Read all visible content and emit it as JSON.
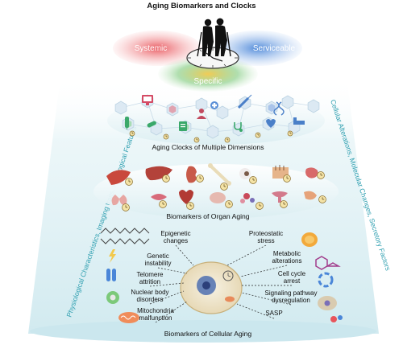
{
  "title": "Aging Biomarkers and Clocks",
  "criteria": {
    "left": "Systemic",
    "right": "Serviceable",
    "bottom": "Specific"
  },
  "side_labels": {
    "left": "Physiological Characteristics, Imaging traits, Histological Features",
    "right": "Cellular Alterations, Molecular Changes, Secretory Factors"
  },
  "tiers": {
    "clocks": "Aging Clocks of Multiple Dimensions",
    "organ": "Biomarkers of Organ Aging",
    "cellular": "Biomarkers of Cellular Aging"
  },
  "hallmarks_left": [
    {
      "line1": "Epigenetic",
      "line2": "changes"
    },
    {
      "line1": "Genetic",
      "line2": "instability"
    },
    {
      "line1": "Telomere",
      "line2": "attrition"
    },
    {
      "line1": "Nuclear body",
      "line2": "disorders"
    },
    {
      "line1": "Mitochondria",
      "line2": "malfunction"
    }
  ],
  "hallmarks_right": [
    {
      "line1": "Proteostatic",
      "line2": "stress"
    },
    {
      "line1": "Metabolic",
      "line2": "alterations"
    },
    {
      "line1": "Cell cycle",
      "line2": "arrest"
    },
    {
      "line1": "Signaling pathway",
      "line2": "dysregulation"
    },
    {
      "line1": "SASP",
      "line2": ""
    }
  ],
  "colors": {
    "systemic": "#e8545b",
    "serviceable": "#4a86d8",
    "specific": "#f2c94c",
    "green": "#5bbf6a",
    "hexagon": "#d9e8f3",
    "accent": "#3aa6b9"
  },
  "icons": [
    "clock-with-elderly-couple-icon",
    "monitor-icon",
    "doctor-icon",
    "syringe-icon",
    "dna-icon",
    "test-tube-icon",
    "heart-icon",
    "organ-muscle-icon",
    "organ-liver-icon",
    "organ-kidney-icon",
    "organ-bone-icon",
    "organ-skin-icon",
    "organ-intestine-icon",
    "organ-lung-icon",
    "organ-heart-icon",
    "organ-brain-icon",
    "organ-uterus-icon",
    "organ-pancreas-icon",
    "cell-icon",
    "mitochondria-icon",
    "dna-strand-icon"
  ]
}
